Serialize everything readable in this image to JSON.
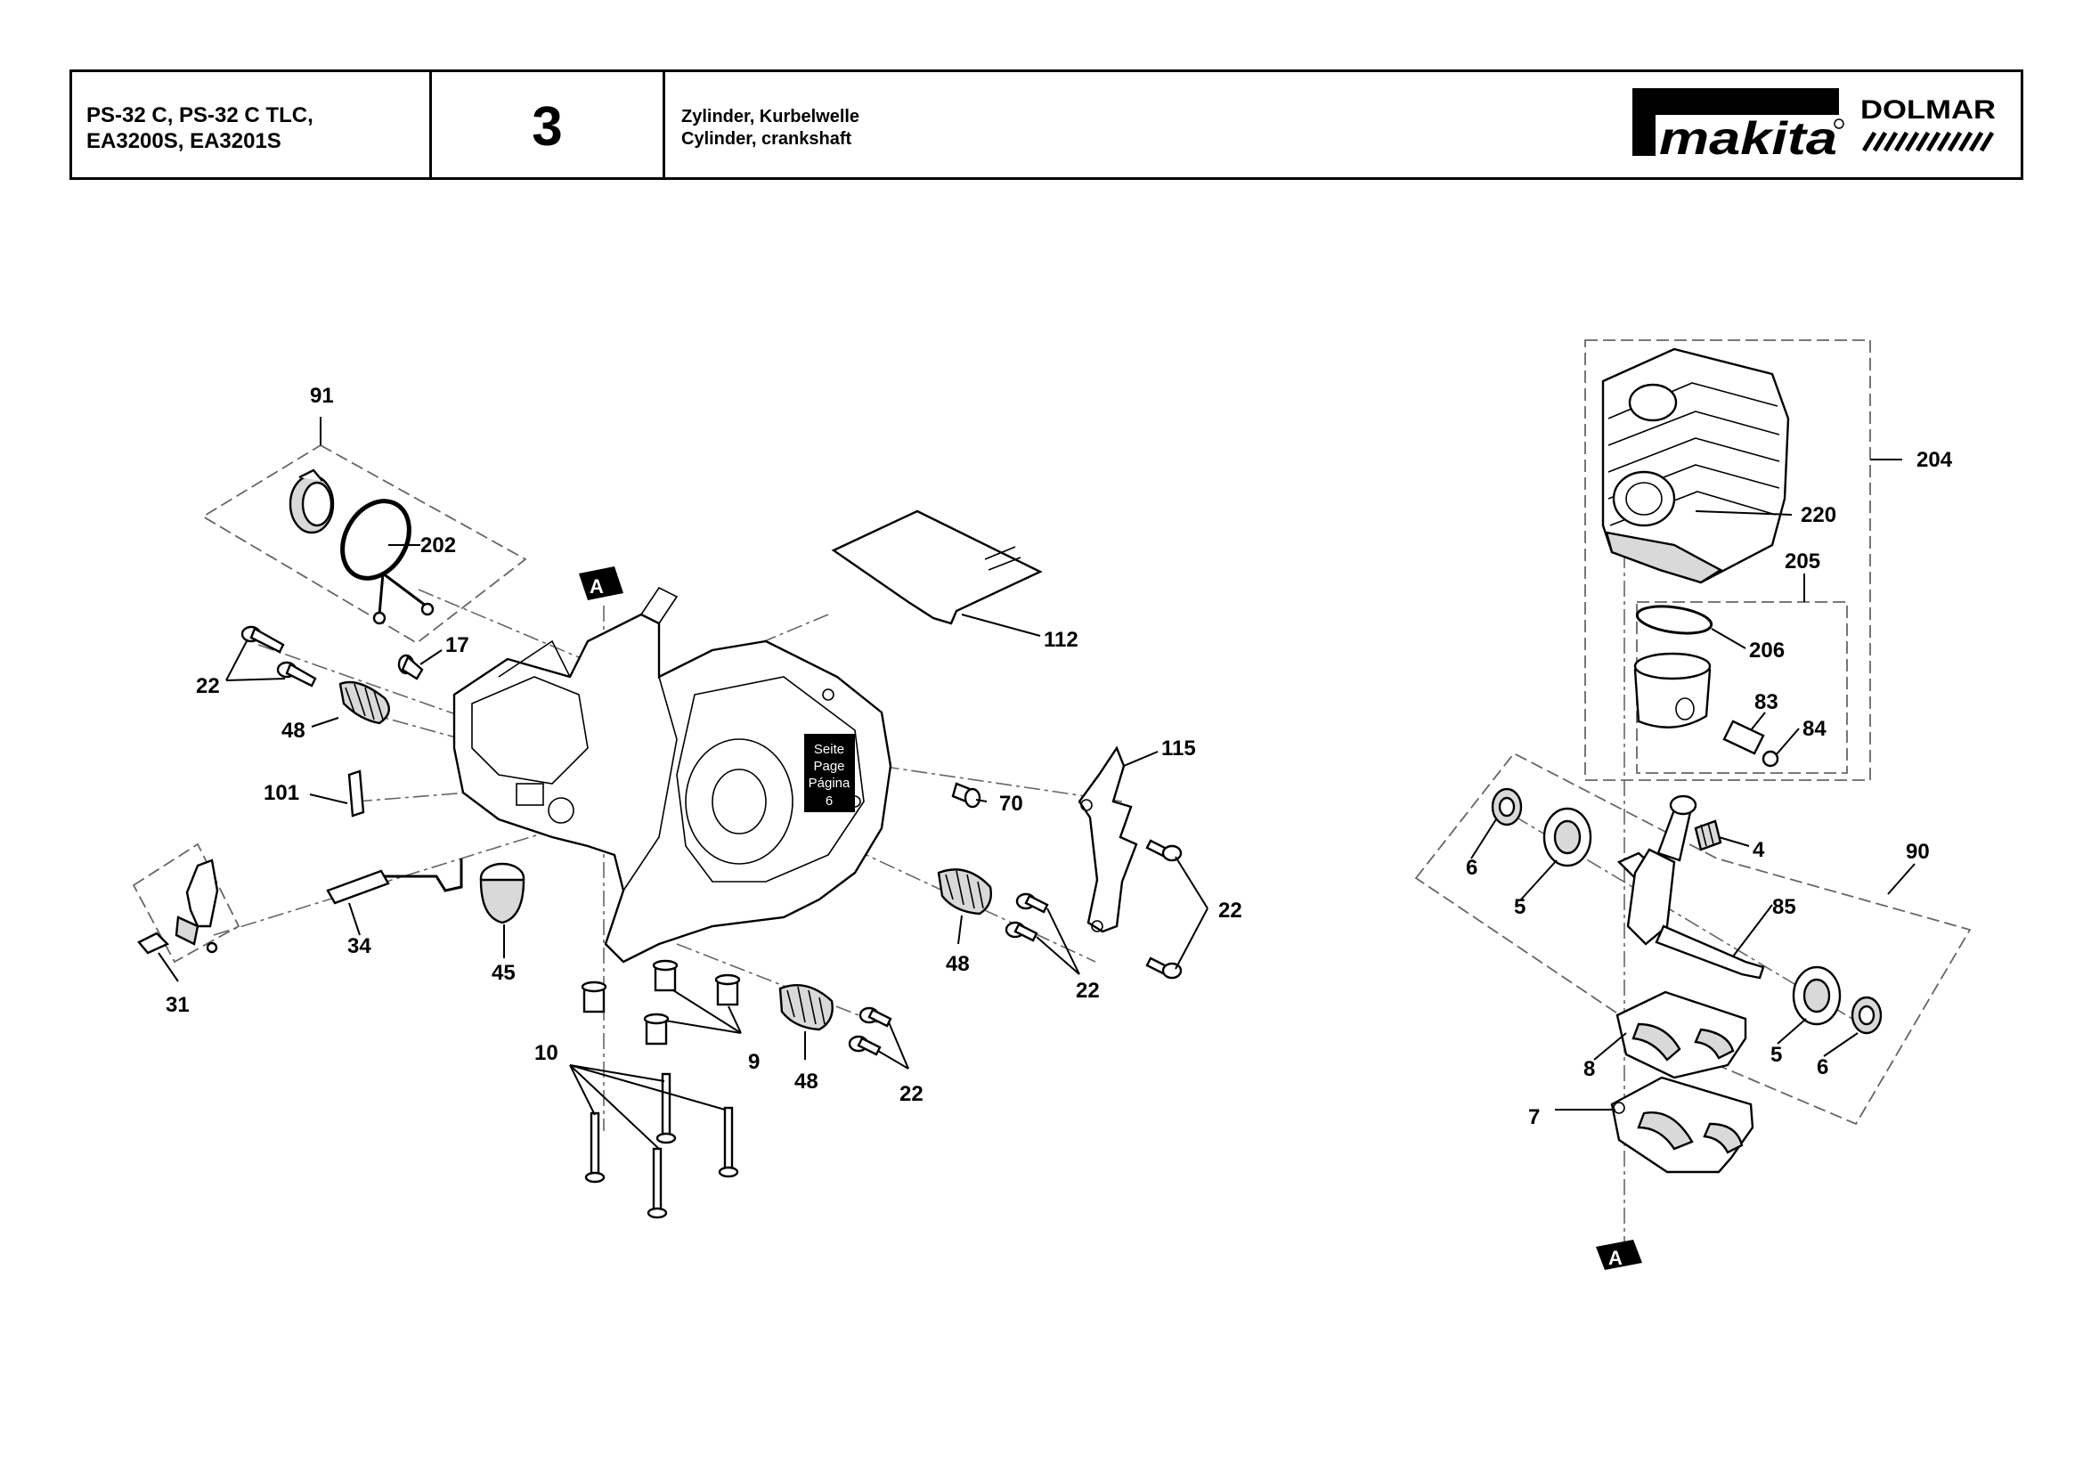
{
  "header": {
    "models_line1": "PS-32 C, PS-32 C TLC,",
    "models_line2": "EA3200S, EA3201S",
    "page_number": "3",
    "title_de": "Zylinder, Kurbelwelle",
    "title_en": "Cylinder, crankshaft",
    "brand_makita": "makita",
    "brand_dolmar": "DOLMAR"
  },
  "diagram": {
    "ref_marker": "A",
    "page_ref": [
      "Seite",
      "Page",
      "Página",
      "6"
    ],
    "labels": {
      "l91": "91",
      "l202": "202",
      "l17": "17",
      "l22a": "22",
      "l48a": "48",
      "l101": "101",
      "l31": "31",
      "l34": "34",
      "l45": "45",
      "l112": "112",
      "l115": "115",
      "l70": "70",
      "l48b": "48",
      "l22b": "22",
      "l22c": "22",
      "l9": "9",
      "l10": "10",
      "l48c": "48",
      "l22d": "22",
      "l204": "204",
      "l220": "220",
      "l205": "205",
      "l206": "206",
      "l83": "83",
      "l84": "84",
      "l4": "4",
      "l90": "90",
      "l6a": "6",
      "l5a": "5",
      "l85": "85",
      "l8": "8",
      "l5b": "5",
      "l6b": "6",
      "l7": "7"
    }
  }
}
